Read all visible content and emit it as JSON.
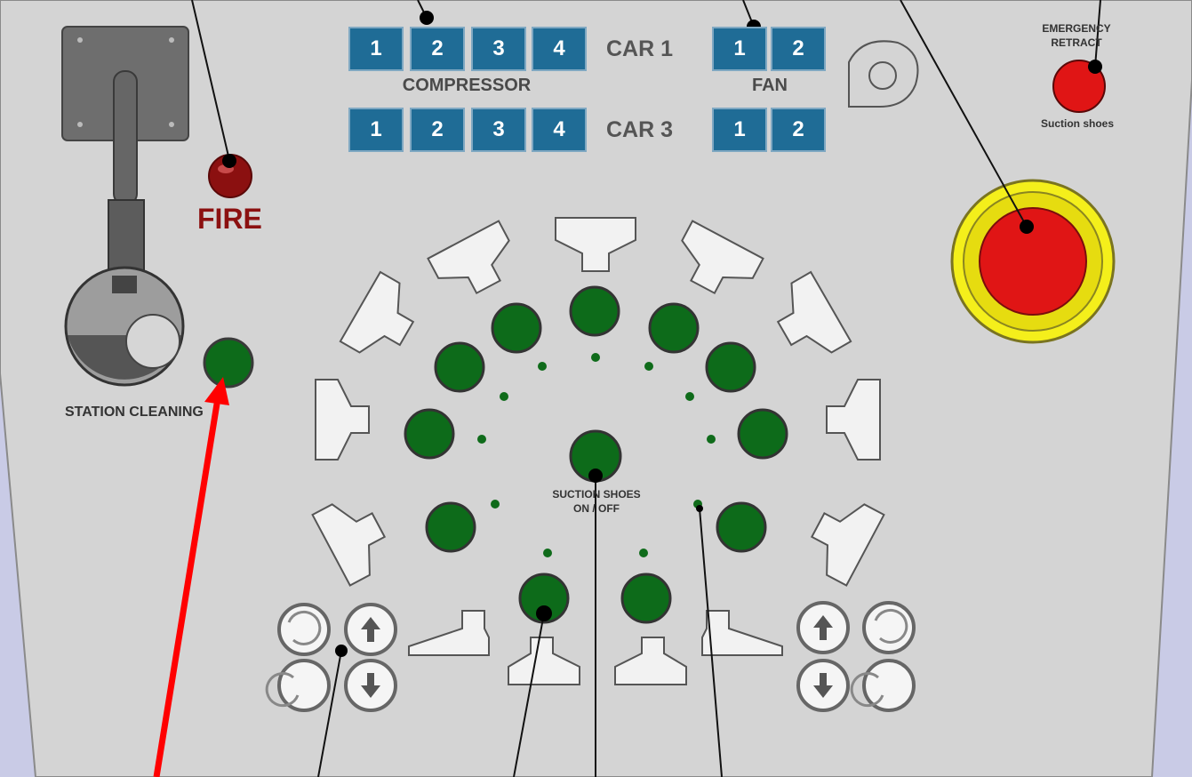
{
  "panel": {
    "compressor_label": "COMPRESSOR",
    "fan_label": "FAN",
    "car1_label": "CAR 1",
    "car3_label": "CAR 3",
    "compressor_buttons": [
      "1",
      "2",
      "3",
      "4"
    ],
    "fan_buttons": [
      "1",
      "2"
    ],
    "fire_label": "FIRE",
    "station_cleaning_label": "STATION CLEANING",
    "emergency_retract_line1": "EMERGENCY",
    "emergency_retract_line2": "RETRACT",
    "suction_shoes_label": "Suction shoes",
    "suction_shoes_onoff_line1": "SUCTION SHOES",
    "suction_shoes_onoff_line2": "ON / OFF"
  },
  "colors": {
    "panel_fill": "#d4d4d4",
    "background": "#c9cbe6",
    "button_blue": "#1f6c96",
    "button_green": "#0d6b1a",
    "fire_red": "#8b1010",
    "emergency_yellow": "#f4ef1b",
    "emergency_red": "#e01515",
    "arrow_red": "#ff0000"
  },
  "icons": [
    "fan-icon",
    "joystick-icon",
    "shoe-icon",
    "arrow-up-icon",
    "arrow-down-icon",
    "rotate-icon"
  ]
}
